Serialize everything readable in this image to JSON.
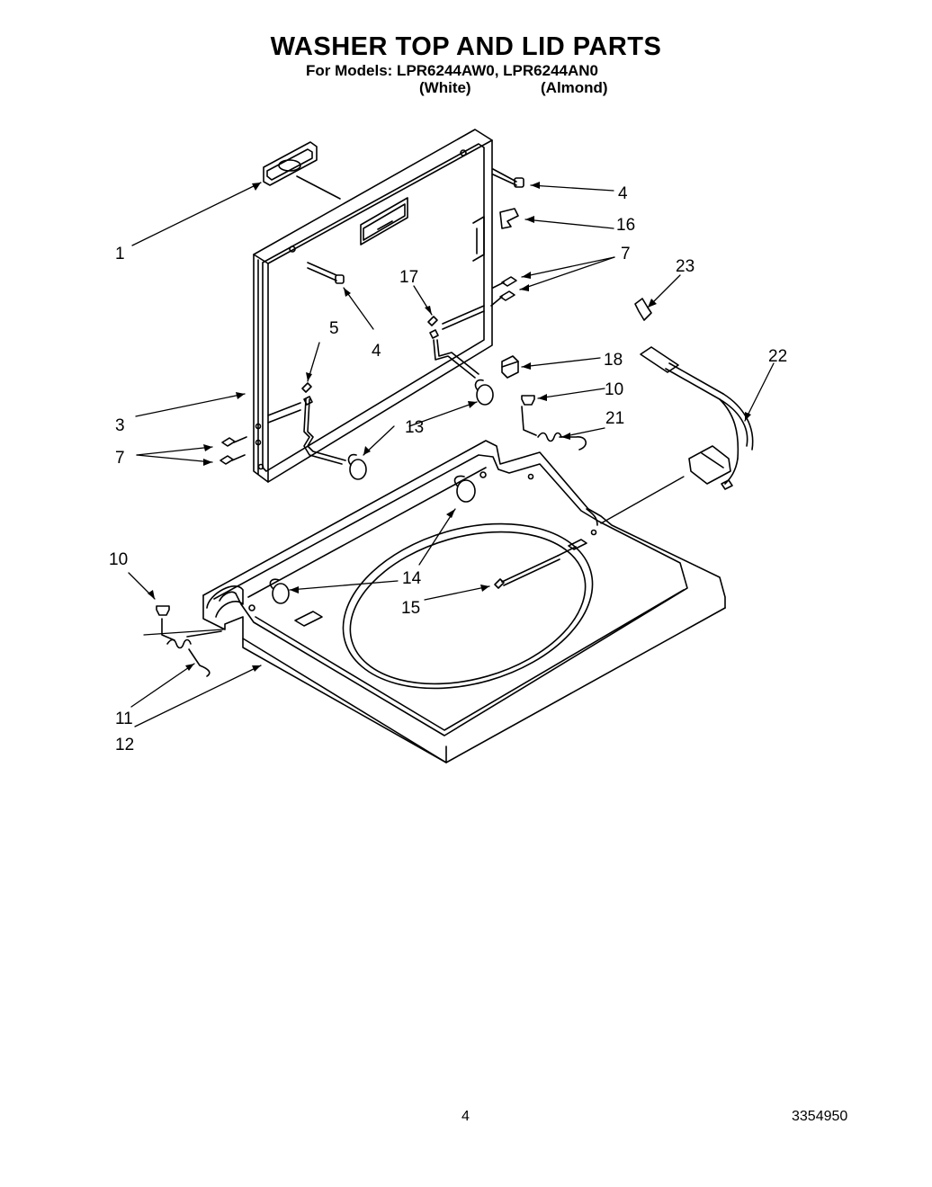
{
  "header": {
    "title": "WASHER TOP AND LID PARTS",
    "models_line": "For Models: LPR6244AW0, LPR6244AN0",
    "variant_white": "(White)",
    "variant_almond": "(Almond)"
  },
  "callouts": [
    "1",
    "3",
    "4",
    "4",
    "5",
    "7",
    "7",
    "10",
    "10",
    "11",
    "12",
    "13",
    "14",
    "15",
    "16",
    "17",
    "18",
    "21",
    "22",
    "23"
  ],
  "footer": {
    "page_number": "4",
    "document_number": "3354950"
  }
}
